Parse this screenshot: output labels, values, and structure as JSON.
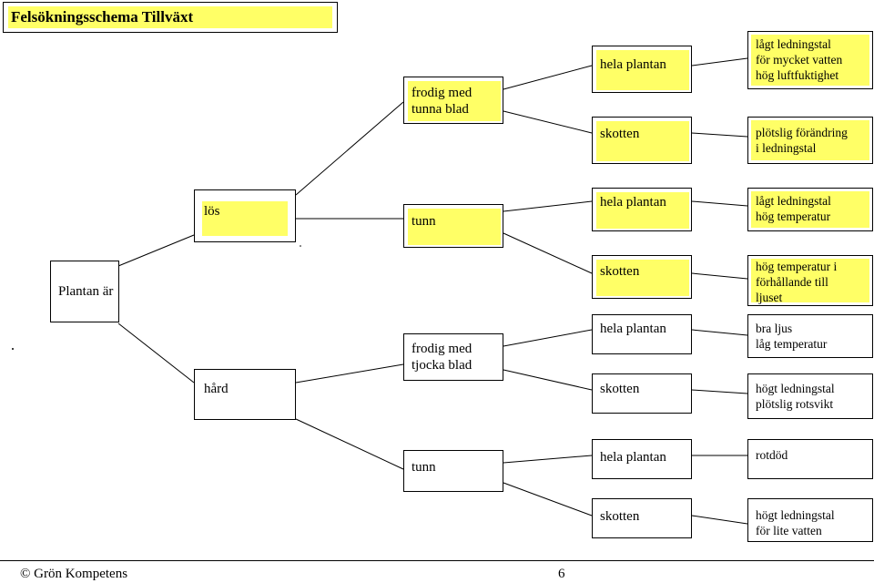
{
  "title": "Felsökningsschema Tillväxt",
  "root": "Plantan är",
  "level1": {
    "los": "lös",
    "hard": "hård"
  },
  "level2": {
    "frodig_tunna": "frodig med\ntunna blad",
    "tunn_los": "tunn",
    "frodig_tjocka": "frodig med\ntjocka blad",
    "tunn_hard": "tunn"
  },
  "level3": {
    "a_hela": "hela plantan",
    "a_skotten": "skotten",
    "b_hela": "hela plantan",
    "b_skotten": "skotten",
    "c_hela": "hela plantan",
    "c_skotten": "skotten",
    "d_hela": "hela plantan",
    "d_skotten": "skotten"
  },
  "causes": {
    "a1": "lågt ledningstal\nför mycket vatten\nhög luftfuktighet",
    "a2": "plötslig förändring\ni ledningstal",
    "b1": "lågt ledningstal\nhög temperatur",
    "b2": "hög temperatur i\nförhållande till\nljuset",
    "c1": "bra ljus\nlåg temperatur",
    "c2": "högt ledningstal\nplötslig rotsvikt",
    "d1": "rotdöd",
    "d2": "högt ledningstal\nför lite vatten"
  },
  "footer": {
    "copyright": "© Grön Kompetens",
    "page": "6"
  },
  "colors": {
    "highlight": "#ffff66",
    "line": "#000000"
  }
}
